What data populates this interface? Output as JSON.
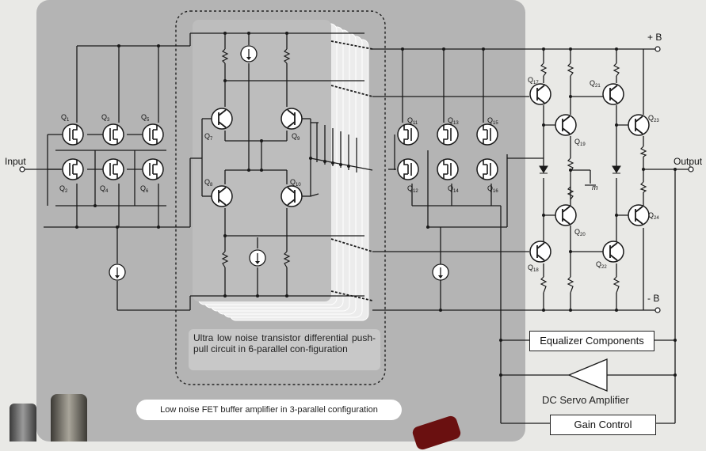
{
  "labels": {
    "input": "Input",
    "output": "Output",
    "plus_b": "+ B",
    "minus_b": "- B",
    "ground": "m"
  },
  "transistors": [
    {
      "id": "q1",
      "letter": "Q",
      "num": "1"
    },
    {
      "id": "q2",
      "letter": "Q",
      "num": "2"
    },
    {
      "id": "q3",
      "letter": "Q",
      "num": "3"
    },
    {
      "id": "q4",
      "letter": "Q",
      "num": "4"
    },
    {
      "id": "q5",
      "letter": "Q",
      "num": "5"
    },
    {
      "id": "q6",
      "letter": "Q",
      "num": "6"
    },
    {
      "id": "q7",
      "letter": "Q",
      "num": "7"
    },
    {
      "id": "q8",
      "letter": "Q",
      "num": "8"
    },
    {
      "id": "q9",
      "letter": "Q",
      "num": "9"
    },
    {
      "id": "q10",
      "letter": "Q",
      "num": "10"
    },
    {
      "id": "q11",
      "letter": "Q",
      "num": "11"
    },
    {
      "id": "q12",
      "letter": "Q",
      "num": "12"
    },
    {
      "id": "q13",
      "letter": "Q",
      "num": "13"
    },
    {
      "id": "q14",
      "letter": "Q",
      "num": "14"
    },
    {
      "id": "q15",
      "letter": "Q",
      "num": "15"
    },
    {
      "id": "q16",
      "letter": "Q",
      "num": "16"
    },
    {
      "id": "q17",
      "letter": "Q",
      "num": "17"
    },
    {
      "id": "q18",
      "letter": "Q",
      "num": "18"
    },
    {
      "id": "q19",
      "letter": "Q",
      "num": "19"
    },
    {
      "id": "q20",
      "letter": "Q",
      "num": "20"
    },
    {
      "id": "q21",
      "letter": "Q",
      "num": "21"
    },
    {
      "id": "q22",
      "letter": "Q",
      "num": "22"
    },
    {
      "id": "q23",
      "letter": "Q",
      "num": "23"
    },
    {
      "id": "q24",
      "letter": "Q",
      "num": "24"
    }
  ],
  "captions": {
    "differential": "Ultra low noise transistor differential push-pull circuit in 6-parallel con-figuration",
    "fet_buffer": "Low noise FET buffer amplifier in 3-parallel configuration"
  },
  "boxes": {
    "equalizer": "Equalizer Components",
    "servo": "DC Servo Amplifier",
    "gain": "Gain Control"
  },
  "colors": {
    "panel": "#b4b4b4",
    "background": "#e9e9e6",
    "wire": "#1a1a1a"
  }
}
